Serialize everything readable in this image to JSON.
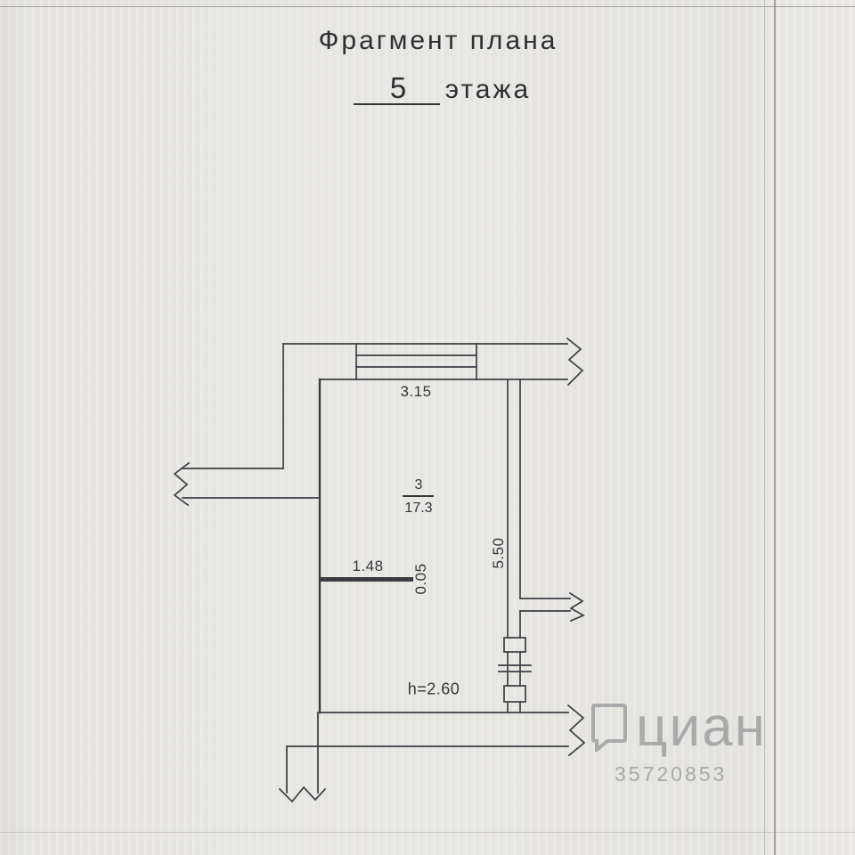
{
  "title": {
    "heading": "Фрагмент плана",
    "floor_number": "5",
    "floor_suffix": "этажа"
  },
  "plan": {
    "dim_window": "3.15",
    "dim_partition_length": "1.48",
    "dim_partition_thickness": "0.05",
    "dim_right_wall": "5.50",
    "room_number": "3",
    "room_area": "17.3",
    "ceiling_height": "h=2.60"
  },
  "watermark": {
    "brand": "циан",
    "listing_id": "35720853"
  },
  "colors": {
    "ink": "#3a3a40",
    "paper": "#e9e8e4",
    "watermark_gray": "#74747a"
  }
}
